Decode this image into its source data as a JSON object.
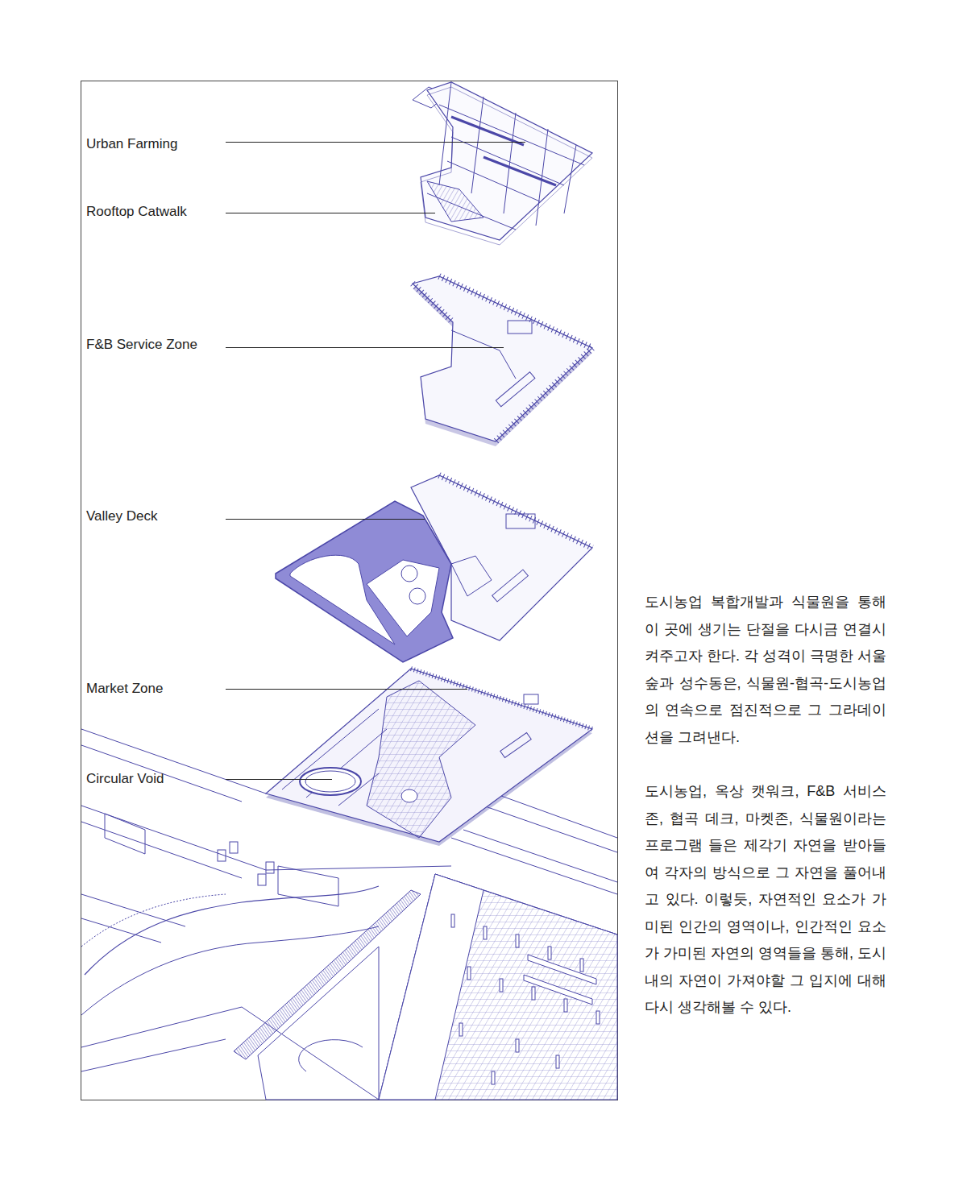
{
  "diagram": {
    "labels": [
      "Urban Farming",
      "Rooftop Catwalk",
      "F&B Service Zone",
      "Valley Deck",
      "Market Zone",
      "Circular Void",
      "도시농업 복합개발과 식물원을 통해 이 곳에 생기는 단절을 다시금 연결시켜주고자 한다. 각 성격이 극명한 서울숲과 성수동은, 식물원-협곡-도시농업의 연속으로 점진적으로 그 그라데이션을 그려낸다.",
      "도시농업, 옥상 캣워크, F&B 서비스존, 협곡 데크, 마켓존, 식물원이라는 프로그램 들은 제각기 자연을 받아들여 각자의 방식으로 그 자연을 풀어내고 있다. 이렇듯, 자연적인 요소가 가미된 인간의 영역이나, 인간적인 요소가 가미된 자연의 영역들을 통해, 도시 내의 자연이 가져야할 그 입지에 대해 다시 생각해볼 수 있다."
    ]
  }
}
